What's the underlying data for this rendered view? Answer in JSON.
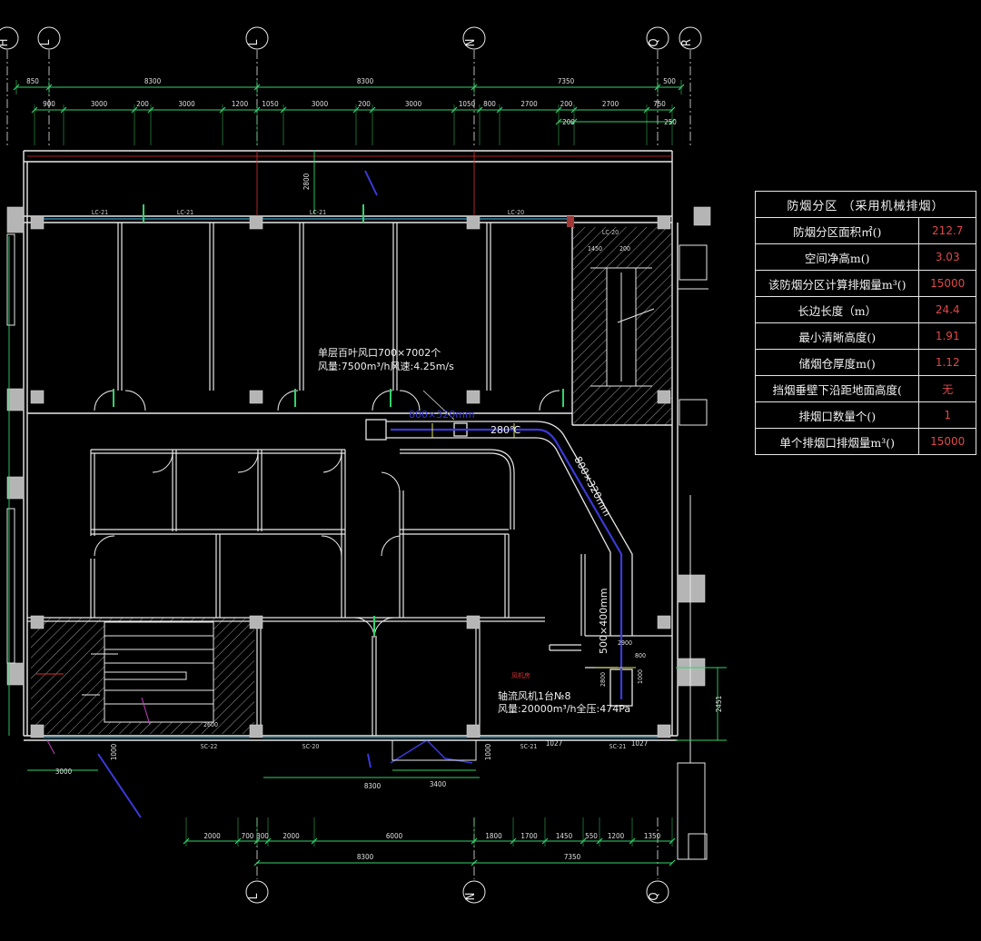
{
  "grid_axes": {
    "top": [
      "H",
      "L",
      "L",
      "N",
      "Q",
      "R"
    ],
    "bottom": [
      "L",
      "N",
      "Q"
    ]
  },
  "dims": {
    "top_row1": [
      "850",
      "8300",
      "8300",
      "7350",
      "500"
    ],
    "top_row2": [
      "900",
      "3000",
      "200",
      "3000",
      "1200",
      "1050",
      "3000",
      "200",
      "3000",
      "1050",
      "800",
      "2700",
      "200",
      "2700",
      "750"
    ],
    "top_row3": [
      "200",
      "250"
    ],
    "vertical_2800": "2800",
    "bottom_row1": [
      "2000",
      "700",
      "300",
      "2000",
      "6000",
      "1800",
      "1700",
      "1450",
      "550",
      "1200",
      "1350"
    ],
    "bottom_row2": [
      "8300",
      "7350"
    ],
    "bottom_misc": [
      "3000",
      "1000",
      "8300",
      "3400",
      "1000",
      "1027",
      "1027",
      "2451"
    ],
    "stair_dims": [
      "1450",
      "200",
      "2600",
      "1000",
      "2900",
      "2800",
      "800"
    ]
  },
  "window_tags": [
    "LC-21",
    "LC-21",
    "LC-21",
    "LC-20",
    "LC-20",
    "SC-22",
    "SC-20",
    "SC-21",
    "SC-21"
  ],
  "annotations": {
    "louver_line1": "单层百叶风口700×7002个",
    "louver_line2": "风量:7500m³/h风速:4.25m/s",
    "duct_h": "800×320mm",
    "damper": "280℃",
    "duct_diag": "800×320mm",
    "duct_v": "500×400mm",
    "fan_line1": "轴流风机1台№8",
    "fan_line2": "风量:20000m³/h全压:474Pa",
    "room_tag": "风机房"
  },
  "table": {
    "title": "防烟分区 （采用机械排烟）",
    "rows": [
      {
        "label": "防烟分区面积㎡()",
        "value": "212.7"
      },
      {
        "label": "空间净高m()",
        "value": "3.03"
      },
      {
        "label": "该防烟分区计算排烟量m³()",
        "value": "15000"
      },
      {
        "label": "长边长度（m）",
        "value": "24.4"
      },
      {
        "label": "最小清晰高度()",
        "value": "1.91"
      },
      {
        "label": "储烟仓厚度m()",
        "value": "1.12"
      },
      {
        "label": "挡烟垂壁下沿距地面高度(",
        "value": "无"
      },
      {
        "label": "排烟口数量个()",
        "value": "1"
      },
      {
        "label": "单个排烟口排烟量m³()",
        "value": "15000"
      }
    ]
  },
  "colors": {
    "wall": "#e8e8e8",
    "dim": "#34d26a",
    "dim_text": "#e0e0e0",
    "duct": "#3a3ad8",
    "column": "#bdbdbd",
    "hatch": "#b9b9b9",
    "red": "#d83030",
    "cyan": "#3aa0c8",
    "yellow": "#e0e060",
    "magenta": "#c040c0",
    "table_value": "#e04848"
  }
}
